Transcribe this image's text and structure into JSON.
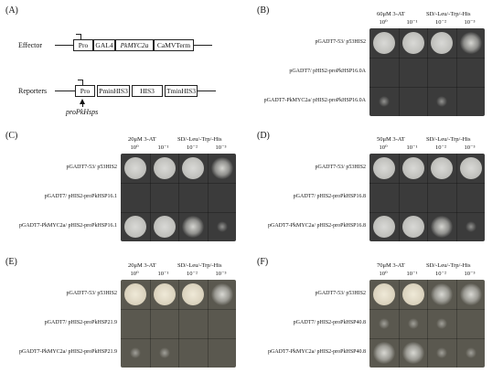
{
  "panels": {
    "A": {
      "label": "(A)",
      "effector_label": "Effector",
      "reporters_label": "Reporters",
      "effector_boxes": [
        "Pro",
        "GAL4",
        "PkMYC2a",
        "CaMVTerm"
      ],
      "reporter_boxes": [
        "Pro",
        "PminHIS3",
        "HIS3",
        "TminHIS3"
      ],
      "pro_note": "proPkHsps"
    },
    "B": {
      "label": "(B)",
      "medium": "60μM 3-AT",
      "selection": "SD/-Leu/-Trp/-His",
      "dilutions": [
        "10⁰",
        "10⁻¹",
        "10⁻²",
        "10⁻³"
      ],
      "rows": [
        "pGADT7-53/ p53HIS2",
        "pGADT7/ pHIS2-proPkHSP16.0A",
        "pGADT7-PkMYC2a/ pHIS2-proPkHSP16.0A"
      ]
    },
    "C": {
      "label": "(C)",
      "medium": "20μM 3-AT",
      "selection": "SD/-Leu/-Trp/-His",
      "dilutions": [
        "10⁰",
        "10⁻¹",
        "10⁻²",
        "10⁻³"
      ],
      "rows": [
        "pGADT7-53/ p53HIS2",
        "pGADT7/ pHIS2-proPkHSP16.1",
        "pGADT7-PkMYC2a/ pHIS2-proPkHSP16.1"
      ]
    },
    "D": {
      "label": "(D)",
      "medium": "50μM 3-AT",
      "selection": "SD/-Leu/-Trp/-His",
      "dilutions": [
        "10⁰",
        "10⁻¹",
        "10⁻²",
        "10⁻³"
      ],
      "rows": [
        "pGADT7-53/ p53HIS2",
        "pGADT7/ pHIS2-proPkHSP16.8",
        "pGADT7-PkMYC2a/ pHIS2-proPkHSP16.8"
      ]
    },
    "E": {
      "label": "(E)",
      "medium": "20μM 3-AT",
      "selection": "SD/-Leu/-Trp/-His",
      "dilutions": [
        "10⁰",
        "10⁻¹",
        "10⁻²",
        "10⁻³"
      ],
      "rows": [
        "pGADT7-53/ p53HIS2",
        "pGADT7/ pHIS2-proPkHSP21.9",
        "pGADT7-PkMYC2a/ pHIS2-proPkHSP21.9"
      ]
    },
    "F": {
      "label": "(F)",
      "medium": "70μM 3-AT",
      "selection": "SD/-Leu/-Trp/-His",
      "dilutions": [
        "10⁰",
        "10⁻¹",
        "10⁻²",
        "10⁻³"
      ],
      "rows": [
        "pGADT7-53/ p53HIS2",
        "pGADT7/ pHIS2-proPkHSP40.8",
        "pGADT7-PkMYC2a/ pHIS2-proPkHSP40.8"
      ]
    }
  }
}
